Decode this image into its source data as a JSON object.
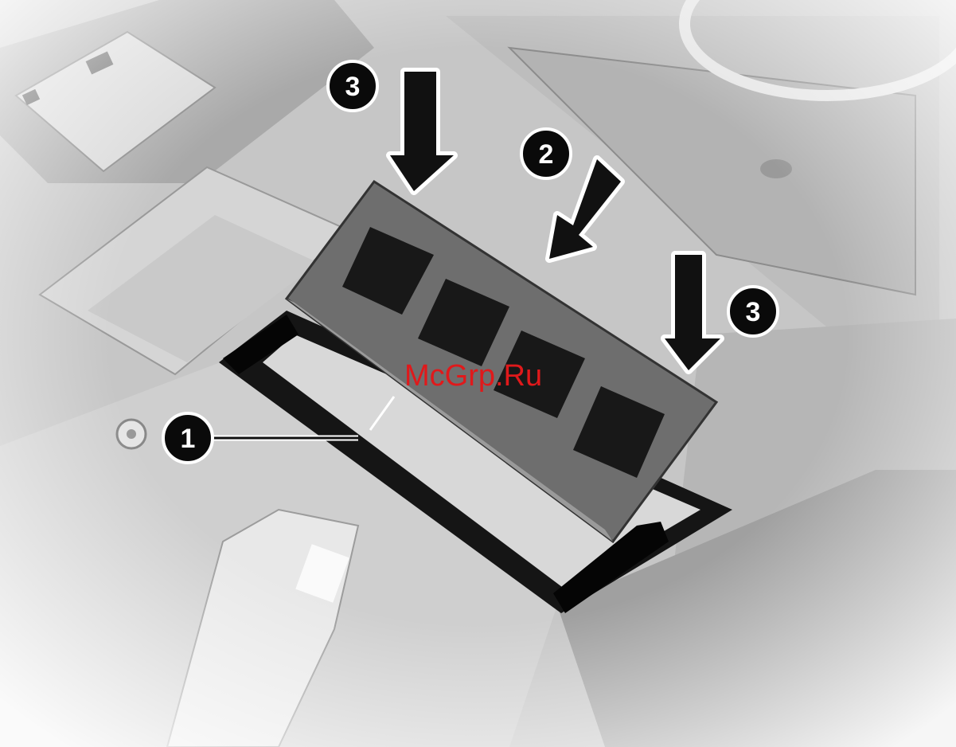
{
  "callouts": {
    "c1": "1",
    "c2": "2",
    "c3a": "3",
    "c3b": "3"
  },
  "watermark": "McGrp.Ru",
  "colors": {
    "callout_fill": "#0a0a0a",
    "callout_text": "#ffffff",
    "watermark": "#e0191b",
    "arrow": "#111111",
    "background": "#c4c4c4"
  }
}
